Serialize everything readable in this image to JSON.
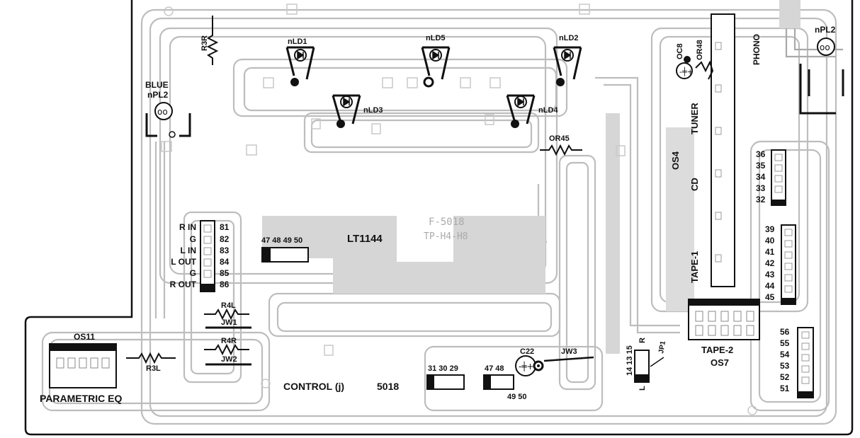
{
  "labels": {
    "blue": "BLUE",
    "npl2_left": "nPL2",
    "npl2_right": "nPL2",
    "r3r": "R3R",
    "nld1": "nLD1",
    "nld5": "nLD5",
    "nld2": "nLD2",
    "nld3": "nLD3",
    "nld4": "nLD4",
    "oc8": "OC8",
    "or48": "OR48",
    "or45": "OR45",
    "phono": "PHONO",
    "tuner": "TUNER",
    "os4": "OS4",
    "cd": "CD",
    "tape1": "TAPE-1",
    "tape2": "TAPE-2",
    "os7": "OS7",
    "lt1144": "LT1144",
    "ghost1": "F-5018",
    "ghost2": "TP-H4-H8",
    "r4l": "R4L",
    "jw1": "JW1",
    "r4r": "R4R",
    "jw2": "JW2",
    "r3l": "R3L",
    "os11": "OS11",
    "parametric": "PARAMETRIC EQ",
    "control": "CONTROL (j)",
    "model": "5018",
    "c22": "C22",
    "jw3": "JW3",
    "jp1": "JP1",
    "jp_r": "R",
    "jp_l": "L",
    "jp_nums": "14 13 15",
    "conn_4748_4950_top": "47 48 49 50",
    "conn_313029": "31 30 29",
    "conn_4748": "47 48",
    "conn_4950": "49 50"
  },
  "io_rows": [
    {
      "name": "R IN",
      "pin": "81"
    },
    {
      "name": "G",
      "pin": "82"
    },
    {
      "name": "L IN",
      "pin": "83"
    },
    {
      "name": "L OUT",
      "pin": "84"
    },
    {
      "name": "G",
      "pin": "85"
    },
    {
      "name": "R OUT",
      "pin": "86"
    }
  ],
  "pins_32_36": [
    "36",
    "35",
    "34",
    "33",
    "32"
  ],
  "pins_39_45": [
    "39",
    "40",
    "41",
    "42",
    "43",
    "44",
    "45"
  ],
  "pins_51_56": [
    "56",
    "55",
    "54",
    "53",
    "52",
    "51"
  ]
}
